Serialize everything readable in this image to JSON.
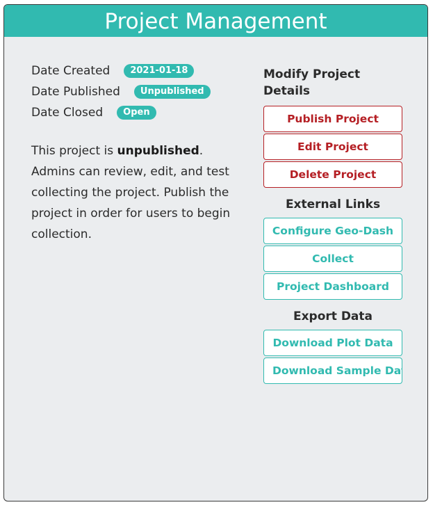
{
  "header": {
    "title": "Project Management"
  },
  "dates": {
    "created_label": "Date Created",
    "created_value": "2021-01-18",
    "published_label": "Date Published",
    "published_value": "Unpublished",
    "closed_label": "Date Closed",
    "closed_value": "Open"
  },
  "description": {
    "prefix": "This project is ",
    "status": "unpublished",
    "suffix": ". Admins can review, edit, and test collecting the project. Publish the project in order for users to begin collection."
  },
  "modify": {
    "title": "Modify Project Details",
    "publish_label": "Publish Project",
    "edit_label": "Edit Project",
    "delete_label": "Delete Project"
  },
  "external": {
    "title": "External Links",
    "geodash_label": "Configure Geo-Dash",
    "collect_label": "Collect",
    "dashboard_label": "Project Dashboard"
  },
  "export": {
    "title": "Export Data",
    "plot_label": "Download Plot Data",
    "sample_label": "Download Sample Data"
  },
  "colors": {
    "accent": "#31bab0",
    "danger": "#b51f24",
    "panel_bg": "#ebedef"
  }
}
